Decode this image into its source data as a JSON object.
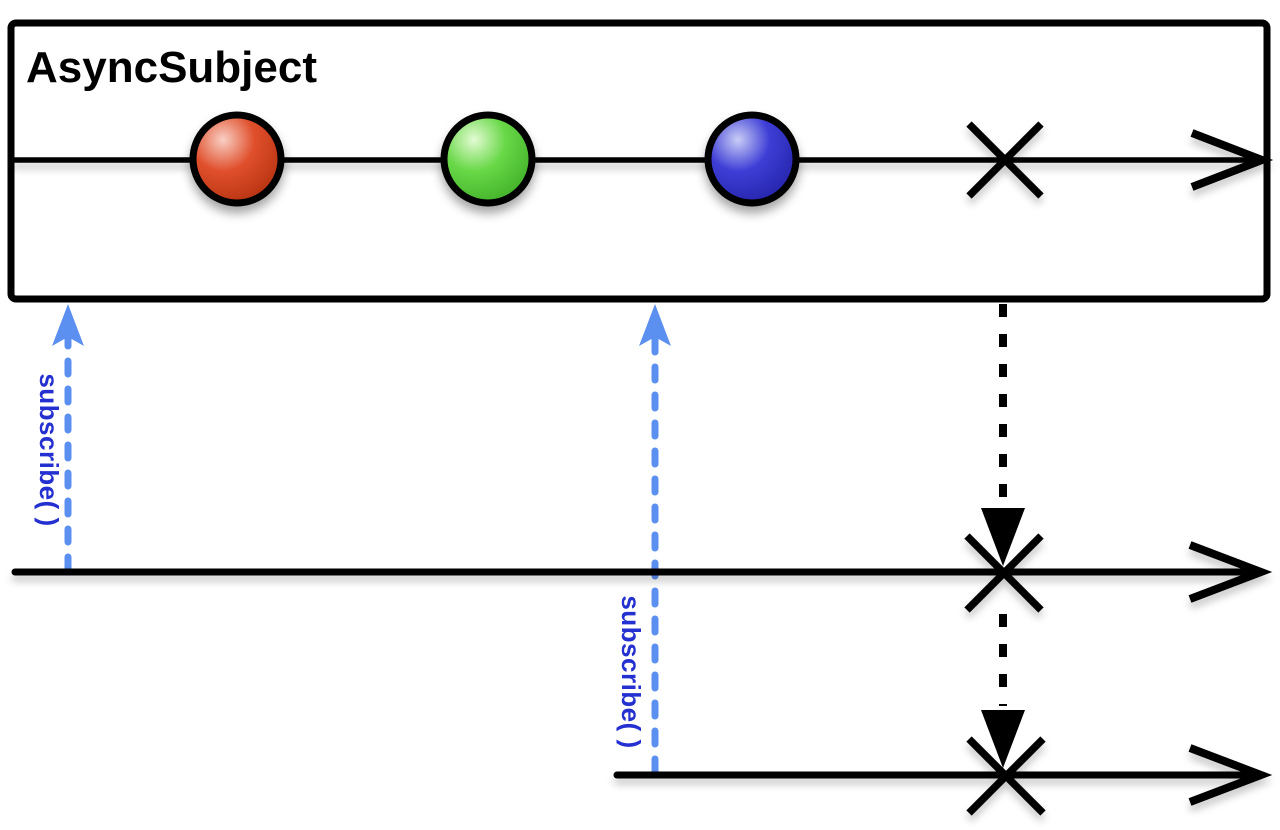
{
  "diagram": {
    "title": "AsyncSubject",
    "kind": "marble-diagram",
    "source_timeline": {
      "events": [
        "red-marble",
        "green-marble",
        "blue-marble",
        "error"
      ],
      "terminates_with": "error"
    },
    "subscribers": [
      {
        "label": "subscribe( )",
        "receives": [
          "error"
        ]
      },
      {
        "label": "subscribe( )",
        "receives": [
          "error"
        ]
      }
    ]
  },
  "colors": {
    "ink": "#000000",
    "background": "#ffffff",
    "dash_blue": "#5b8ff0",
    "label_blue": "#2430cf",
    "red_hi": "#f9cfc4",
    "red_mid": "#e04f2c",
    "red_dark": "#b4310f",
    "green_hi": "#e3fbd3",
    "green_mid": "#68d847",
    "green_dark": "#3fae27",
    "blue_hi": "#c9cdf6",
    "blue_mid": "#3e3ed6",
    "blue_dark": "#2222a8"
  }
}
